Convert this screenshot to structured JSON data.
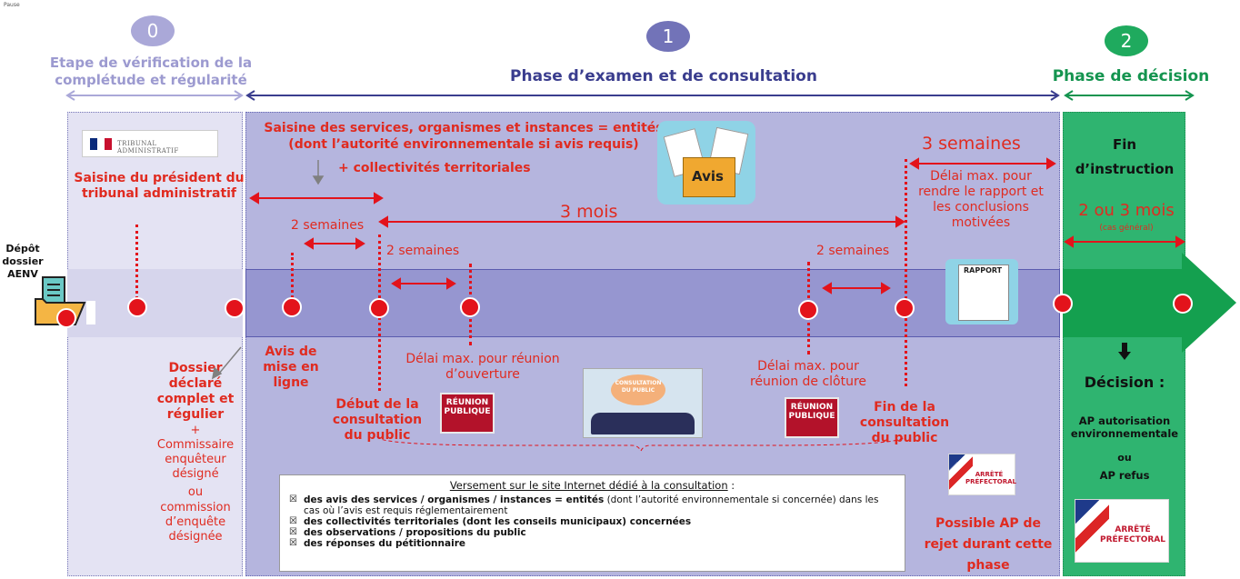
{
  "corner_label": "Pause",
  "phases": [
    {
      "number": "0",
      "title": "Etape de vérification de la complétude et régularité",
      "color": "#aaa8d8"
    },
    {
      "number": "1",
      "title": "Phase d’examen et de consultation",
      "color": "#7273b8"
    },
    {
      "number": "2",
      "title": "Phase de décision",
      "color": "#1faa5e"
    }
  ],
  "depot": "Dépôt dossier AENV",
  "tribunal_logo": "TRIBUNAL ADMINISTRATIF",
  "saisine_president": "Saisine du président du tribunal administratif",
  "dossier_complet": "Dossier déclaré complet et régulier",
  "plus1": "+",
  "commissaire": "Commissaire enquêteur désigné",
  "ou1": "ou",
  "commission": "commission d’enquête désignée",
  "saisine_services": "Saisine des services, organismes et instances = entités (dont l’autorité environnementale si avis requis)",
  "collectivites": "+ collectivités territoriales",
  "avis_folder": "Avis",
  "deux_semaines_1": "2 semaines",
  "deux_semaines_2": "2 semaines",
  "deux_semaines_3": "2 semaines",
  "trois_mois": "3 mois",
  "trois_semaines": "3 semaines",
  "delai_rapport": "Délai max. pour rendre le rapport et les conclusions motivées",
  "rapport_label": "RAPPORT",
  "avis_en_ligne": "Avis de mise en ligne",
  "debut_consultation": "Début de la consultation du public",
  "delai_ouverture": "Délai max. pour réunion d’ouverture",
  "reunion_publique": "RÉUNION PUBLIQUE",
  "consultation_image": "CONSULTATION DU PUBLIC",
  "delai_cloture": "Délai max. pour réunion de clôture",
  "fin_consultation": "Fin de la consultation du public",
  "arrete_prefectoral": "ARRÊTÉ PRÉFECTORAL",
  "possible_ap": "Possible AP de rejet durant cette phase",
  "fin_instruction": "Fin d’instruction",
  "deux_ou_trois": "2 ou 3 mois",
  "cas_general": "(cas général)",
  "decision": "Décision :",
  "ap_autorisation": "AP autorisation environnementale",
  "ou2": "ou",
  "ap_refus": "AP refus",
  "versement": {
    "title": "Versement sur le site Internet dédié à la consultation",
    "colon": " :",
    "items": [
      {
        "bold": "des avis des services / organismes / instances = entités",
        "rest": " (dont l’autorité environnementale si concernée) dans les cas où l’avis est requis réglementairement"
      },
      {
        "bold": "des collectivités territoriales (dont les conseils municipaux) concernées",
        "rest": ""
      },
      {
        "bold": "des observations / propositions du public",
        "rest": ""
      },
      {
        "bold": "des réponses du pétitionnaire",
        "rest": ""
      }
    ]
  }
}
